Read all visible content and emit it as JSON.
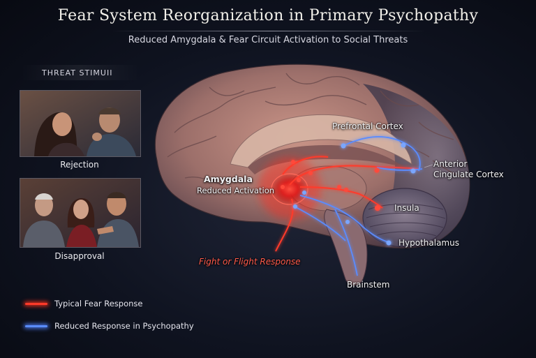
{
  "header": {
    "title": "Fear System Reorganization in Primary Psychopathy",
    "subtitle": "Reduced Amygdala & Fear Circuit Activation to Social Threats"
  },
  "stimuli": {
    "heading": "THREAT STIMUII",
    "items": [
      {
        "caption": "Rejection"
      },
      {
        "caption": "Disapproval"
      }
    ]
  },
  "brain_labels": {
    "prefrontal_cortex": "Prefrontal Cortex",
    "anterior_cingulate_line1": "Anterior",
    "anterior_cingulate_line2": "Cingulate Cortex",
    "amygdala": "Amygdala",
    "amygdala_note": "Reduced Activation",
    "insula": "Insula",
    "hypothalamus": "Hypothalamus",
    "fight_or_flight": "Fight or Flight Response",
    "brainstem": "Brainstem"
  },
  "legend": {
    "typical": {
      "label": "Typical Fear Response",
      "color": "#ff3a2a"
    },
    "reduced": {
      "label": "Reduced Response in Psychopathy",
      "color": "#5a8cff"
    }
  }
}
